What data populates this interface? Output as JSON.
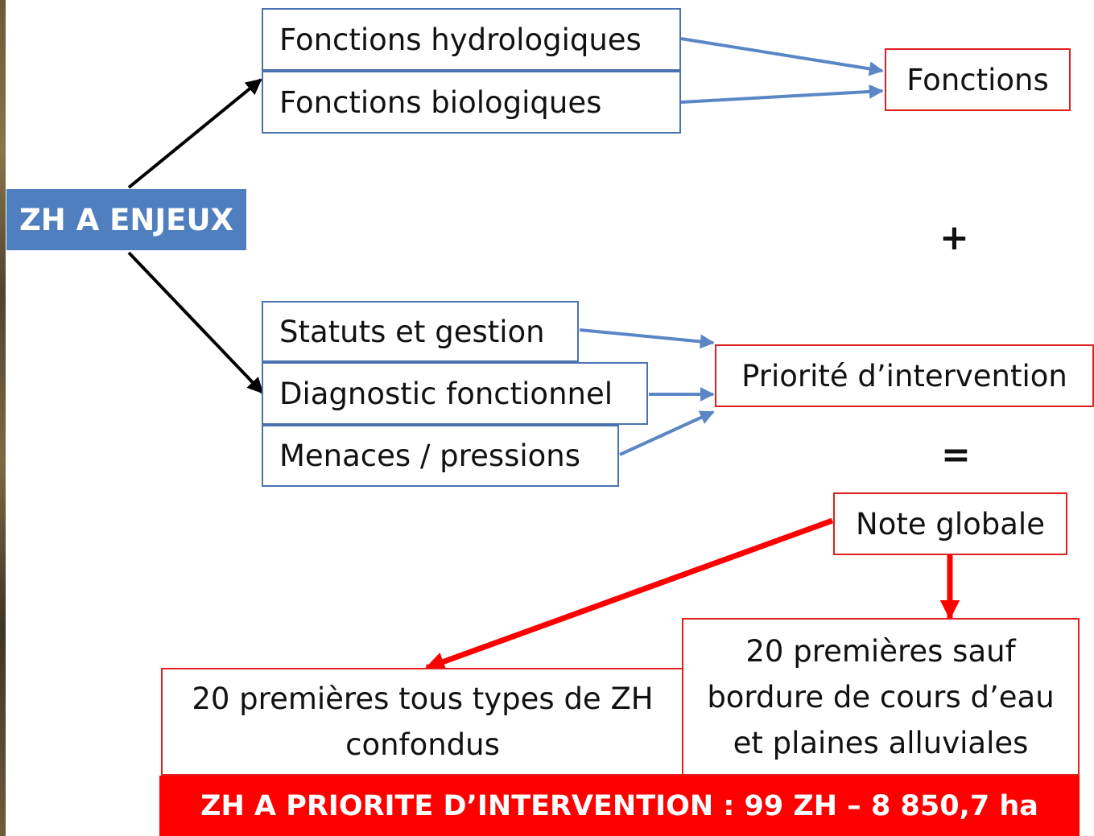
{
  "root": {
    "label": "ZH A ENJEUX"
  },
  "group_top": {
    "items": [
      "Fonctions hydrologiques",
      "Fonctions biologiques"
    ],
    "result": "Fonctions"
  },
  "plus_sign": "+",
  "group_bottom": {
    "items": [
      "Statuts et gestion",
      "Diagnostic fonctionnel",
      "Menaces / pressions"
    ],
    "result": "Priorité d’intervention"
  },
  "equals_sign": "=",
  "note_globale": "Note globale",
  "selection": {
    "left": "20 premières tous types de ZH confondus",
    "right": "20 premières sauf bordure de cours d’eau et plaines alluviales"
  },
  "banner": "ZH A PRIORITE D’INTERVENTION :  99 ZH – 8 850,7 ha",
  "colors": {
    "blue_border": "#4a72b0",
    "blue_fill": "#4f7fbf",
    "red": "#ff0000",
    "arrow_blue": "#5b86c6",
    "arrow_black": "#000000"
  }
}
